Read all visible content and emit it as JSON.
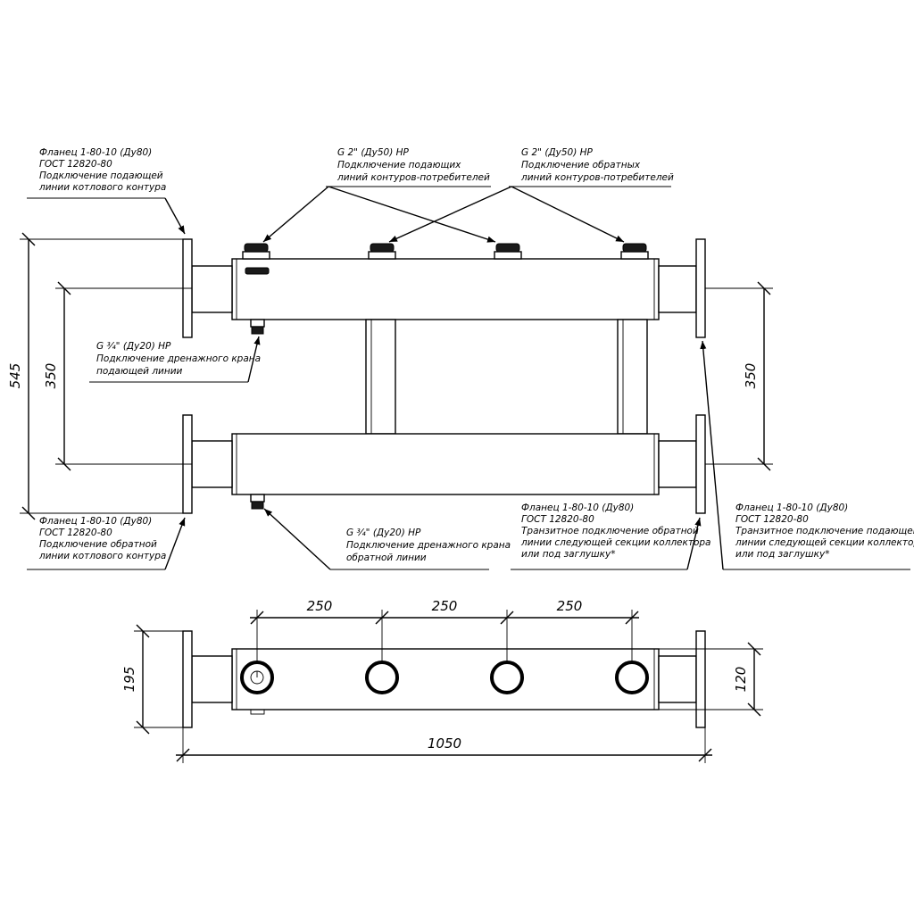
{
  "notes": {
    "flange_supply_boiler": {
      "lines": [
        "Фланец 1-80-10 (Ду80)",
        "ГОСТ 12820-80",
        "Подключение подающей",
        "линии котлового контура"
      ]
    },
    "supply_consumers": {
      "lines": [
        "G 2\" (Ду50) НР",
        "Подключение подающих",
        "линий контуров-потребителей"
      ]
    },
    "return_consumers": {
      "lines": [
        "G 2\" (Ду50) НР",
        "Подключение обратных",
        "линий контуров-потребителей"
      ]
    },
    "drain_supply": {
      "lines": [
        "G ¾\" (Ду20) НР",
        "Подключение дренажного крана",
        "подающей линии"
      ]
    },
    "flange_return_boiler": {
      "lines": [
        "Фланец 1-80-10 (Ду80)",
        "ГОСТ 12820-80",
        "Подключение обратной",
        "линии котлового контура"
      ]
    },
    "drain_return": {
      "lines": [
        "G ¾\" (Ду20) НР",
        "Подключение дренажного крана",
        "обратной линии"
      ]
    },
    "flange_return_transit": {
      "lines": [
        "Фланец 1-80-10 (Ду80)",
        "ГОСТ 12820-80",
        "Транзитное подключение обратной",
        "линии следующей секции коллектора",
        "или под заглушку*"
      ]
    },
    "flange_supply_transit": {
      "lines": [
        "Фланец 1-80-10 (Ду80)",
        "ГОСТ 12820-80",
        "Транзитное подключение подающей",
        "линии следующей секции коллектора",
        "или под заглушку*"
      ]
    }
  },
  "dimensions": {
    "overall_height": "545",
    "header_spacing_left": "350",
    "header_spacing_right": "350",
    "pitch_1": "250",
    "pitch_2": "250",
    "pitch_3": "250",
    "flange_height": "195",
    "pipe_height": "120",
    "overall_length": "1050"
  }
}
